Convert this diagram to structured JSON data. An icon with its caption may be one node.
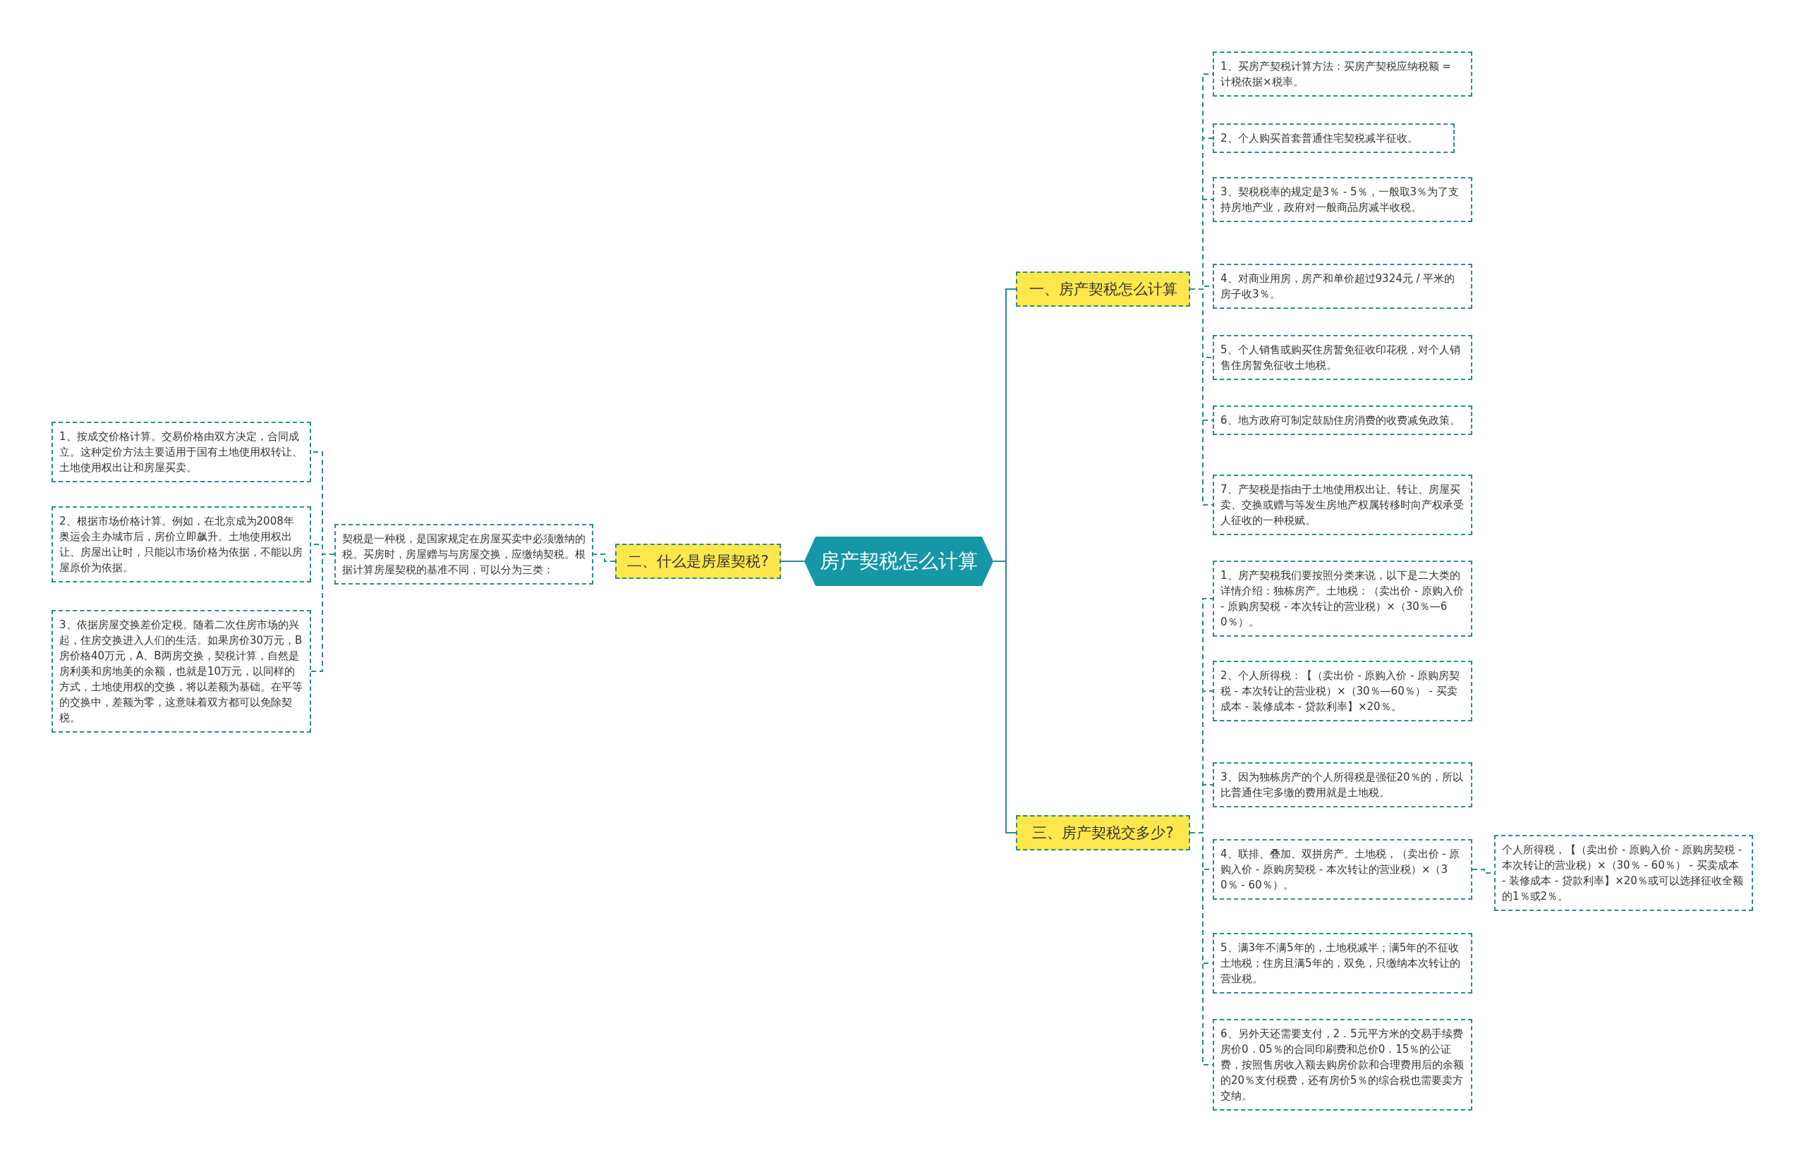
{
  "diagram": {
    "nodes": [
      {
        "text": [
          "房产契税怎么计算"
        ]
      },
      {
        "text": [
          "一、房产契税怎么计算"
        ]
      },
      {
        "text": [
          "1、买房产契税计算方法：买房产契税应纳税额 = 计税依据×税率。"
        ]
      },
      {
        "text": [
          "2、个人购买首套普通住宅契税减半征收。"
        ]
      },
      {
        "text": [
          "3、契税税率的规定是3％ - 5％，一般取3％为了支持房地产业，政府对一般商品房减半收税。"
        ]
      },
      {
        "text": [
          "4、对商业用房，房产和单价超过9324元 / 平米的房子收3％。"
        ]
      },
      {
        "text": [
          "5、个人销售或购买住房暂免征收印花税，对个人销售住房暂免征收土地税。"
        ]
      },
      {
        "text": [
          "6、地方政府可制定鼓励住房消费的收费减免政策。"
        ]
      },
      {
        "text": [
          "7、产契税是指由于土地使用权出让、转让、房屋买卖、交换或赠与等发生房地产权属转移时向产权承受人征收的一种税赋。"
        ]
      },
      {
        "text": [
          "二、什么是房屋契税?"
        ]
      },
      {
        "text": [
          "契税是一种税，是国家规定在房屋买卖中必须缴纳的税。买房时，房屋赠与与房屋交换，应缴纳契税。根据计算房屋契税的基准不同，可以分为三类："
        ]
      },
      {
        "text": [
          "1、按成交价格计算。交易价格由双方决定，合同成立。这种定价方法主要适用于国有土地使用权转让、土地使用权出让和房屋买卖。"
        ]
      },
      {
        "text": [
          "2、根据市场价格计算。例如，在北京成为2008年奥运会主办城市后，房价立即飙升。土地使用权出让、房屋出让时，只能以市场价格为依据，不能以房屋原价为依据。"
        ]
      },
      {
        "text": [
          "3、依据房屋交换差价定税。随着二次住房市场的兴起，住房交换进入人们的生活。如果房价30万元，B房价格40万元，A、B两房交换，契税计算，自然是房利美和房地美的余额，也就是10万元，以同样的方式，土地使用权的交换，将以差额为基础。在平等的交换中，差额为零，这意味着双方都可以免除契税。"
        ]
      },
      {
        "text": [
          "三、房产契税交多少?"
        ]
      },
      {
        "text": [
          "1、房产契税我们要按照分类来说，以下是二大类的详情介绍：独栋房产。土地税：（卖出价 - 原购入价 - 原购房契税 - 本次转让的营业税）×（30％—60％）。"
        ]
      },
      {
        "text": [
          "2、个人所得税：【（卖出价 - 原购入价 - 原购房契税 - 本次转让的营业税）×（30％—60％） - 买卖成本 - 装修成本 - 贷款利率】×20％。"
        ]
      },
      {
        "text": [
          "3、因为独栋房产的个人所得税是强征20％的，所以比普通住宅多缴的费用就是土地税。"
        ]
      },
      {
        "text": [
          "4、联排、叠加、双拼房产。土地税，（卖出价 - 原购入价 - 原购房契税 - 本次转让的营业税）×（30％ - 60％）。"
        ]
      },
      {
        "text": [
          "5、满3年不满5年的，土地税减半；满5年的不征收土地税；住房且满5年的，双免，只缴纳本次转让的营业税。"
        ]
      },
      {
        "text": [
          "6、另外天还需要支付，2．5元平方米的交易手续费房价0．05％的合同印刷费和总价0．15％的公证费，按照售房收入额去购房价款和合理费用后的余额的20％支付税费，还有房价5％的综合税也需要卖方交纳。"
        ]
      },
      {
        "text": [
          "个人所得税，【（卖出价 - 原购入价 - 原购房契税 - 本次转让的营业税）×（30％ - 60％） - 买卖成本 - 装修成本 - 贷款利率】×20％或可以选择征收全额的1％或2％。"
        ]
      }
    ],
    "edges": [
      {
        "from": 0,
        "to": 1,
        "arrow": "none"
      },
      {
        "from": 1,
        "to": 2,
        "arrow": "none",
        "style": "dashed"
      },
      {
        "from": 1,
        "to": 3,
        "arrow": "none",
        "style": "dashed"
      },
      {
        "from": 1,
        "to": 4,
        "arrow": "none",
        "style": "dashed"
      },
      {
        "from": 1,
        "to": 5,
        "arrow": "none",
        "style": "dashed"
      },
      {
        "from": 1,
        "to": 6,
        "arrow": "none",
        "style": "dashed"
      },
      {
        "from": 1,
        "to": 7,
        "arrow": "none",
        "style": "dashed"
      },
      {
        "from": 1,
        "to": 8,
        "arrow": "none",
        "style": "dashed"
      },
      {
        "from": 0,
        "to": 9,
        "arrow": "none"
      },
      {
        "from": 9,
        "to": 10,
        "arrow": "none",
        "style": "dashed"
      },
      {
        "from": 10,
        "to": 11,
        "arrow": "none",
        "style": "dashed"
      },
      {
        "from": 10,
        "to": 12,
        "arrow": "none",
        "style": "dashed"
      },
      {
        "from": 10,
        "to": 13,
        "arrow": "none",
        "style": "dashed"
      },
      {
        "from": 0,
        "to": 14,
        "arrow": "none"
      },
      {
        "from": 14,
        "to": 15,
        "arrow": "none",
        "style": "dashed"
      },
      {
        "from": 14,
        "to": 16,
        "arrow": "none",
        "style": "dashed"
      },
      {
        "from": 14,
        "to": 17,
        "arrow": "none",
        "style": "dashed"
      },
      {
        "from": 14,
        "to": 18,
        "arrow": "none",
        "style": "dashed"
      },
      {
        "from": 14,
        "to": 19,
        "arrow": "none",
        "style": "dashed"
      },
      {
        "from": 14,
        "to": 20,
        "arrow": "none",
        "style": "dashed"
      },
      {
        "from": 18,
        "to": 21,
        "arrow": "none",
        "style": "dashed"
      }
    ]
  }
}
